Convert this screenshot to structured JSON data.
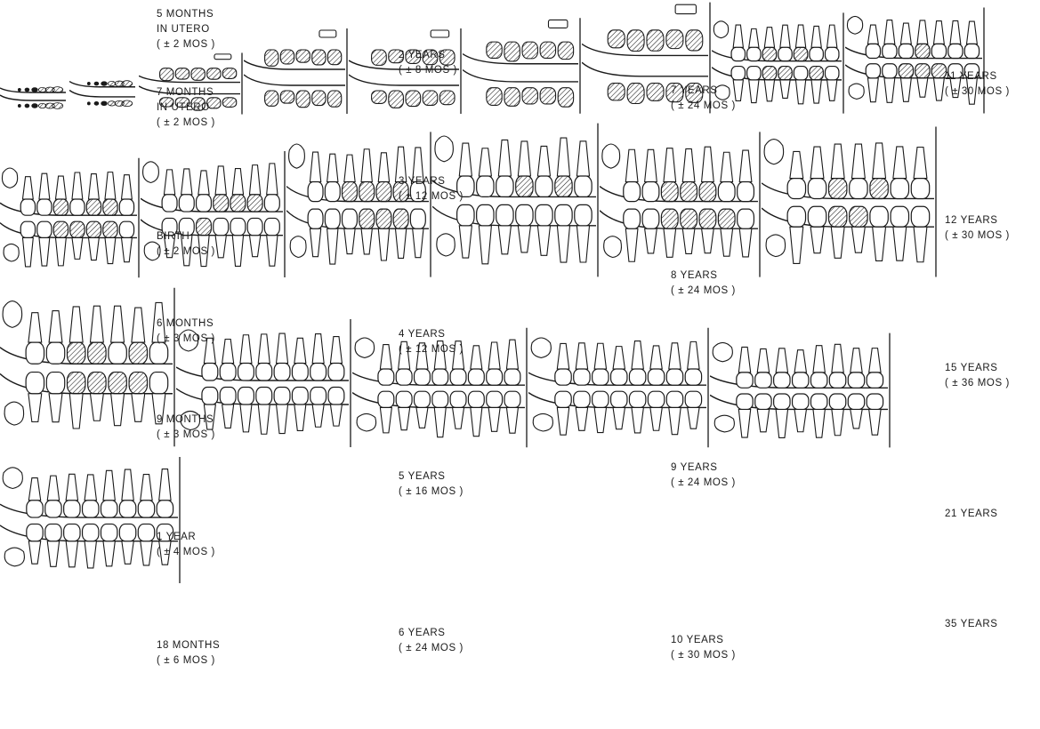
{
  "colors": {
    "ink": "#1a1a1a",
    "paper": "#ffffff"
  },
  "stages": [
    {
      "id": "5-months-in-utero",
      "lines": [
        "5 MONTHS",
        "IN UTERO",
        "( ± 2 MOS )"
      ],
      "tooth_style": "dots"
    },
    {
      "id": "7-months-in-utero",
      "lines": [
        "7 MONTHS",
        "IN UTERO",
        "( ± 2 MOS )"
      ],
      "tooth_style": "dots"
    },
    {
      "id": "birth",
      "lines": [
        "BIRTH",
        "( ± 2 MOS )"
      ],
      "tooth_style": "buds"
    },
    {
      "id": "6-months",
      "lines": [
        "6 MONTHS",
        "( ± 3 MOS )"
      ],
      "tooth_style": "buds"
    },
    {
      "id": "9-months",
      "lines": [
        "9 MONTHS",
        "( ± 3 MOS )"
      ],
      "tooth_style": "buds"
    },
    {
      "id": "1-year",
      "lines": [
        "1 YEAR",
        "( ± 4 MOS )"
      ],
      "tooth_style": "buds"
    },
    {
      "id": "18-months",
      "lines": [
        "18 MONTHS",
        "( ± 6 MOS )"
      ],
      "tooth_style": "buds"
    },
    {
      "id": "2-years",
      "lines": [
        "2 YEARS",
        "( ± 8 MOS )"
      ],
      "tooth_style": "mixed"
    },
    {
      "id": "3-years",
      "lines": [
        "3 YEARS",
        "( ± 12 MOS )"
      ],
      "tooth_style": "mixed"
    },
    {
      "id": "4-years",
      "lines": [
        "4 YEARS",
        "( ± 12 MOS )"
      ],
      "tooth_style": "mixed"
    },
    {
      "id": "5-years",
      "lines": [
        "5 YEARS",
        "( ± 16 MOS )"
      ],
      "tooth_style": "mixed"
    },
    {
      "id": "6-years",
      "lines": [
        "6 YEARS",
        "( ± 24 MOS )"
      ],
      "tooth_style": "mixed"
    },
    {
      "id": "7-years",
      "lines": [
        "7 YEARS",
        "( ± 24 MOS )"
      ],
      "tooth_style": "mixed"
    },
    {
      "id": "8-years",
      "lines": [
        "8 YEARS",
        "( ± 24 MOS )"
      ],
      "tooth_style": "mixed"
    },
    {
      "id": "9-years",
      "lines": [
        "9 YEARS",
        "( ± 24 MOS )"
      ],
      "tooth_style": "mixed"
    },
    {
      "id": "10-years",
      "lines": [
        "10 YEARS",
        "( ± 30 MOS )"
      ],
      "tooth_style": "mixed"
    },
    {
      "id": "11-years",
      "lines": [
        "11 YEARS",
        "( ± 30 MOS )"
      ],
      "tooth_style": "permanent"
    },
    {
      "id": "12-years",
      "lines": [
        "12 YEARS",
        "( ± 30 MOS )"
      ],
      "tooth_style": "permanent"
    },
    {
      "id": "15-years",
      "lines": [
        "15 YEARS",
        "( ± 36 MOS )"
      ],
      "tooth_style": "permanent"
    },
    {
      "id": "21-years",
      "lines": [
        "21 YEARS"
      ],
      "tooth_style": "permanent"
    },
    {
      "id": "35-years",
      "lines": [
        "35 YEARS"
      ],
      "tooth_style": "permanent"
    }
  ]
}
